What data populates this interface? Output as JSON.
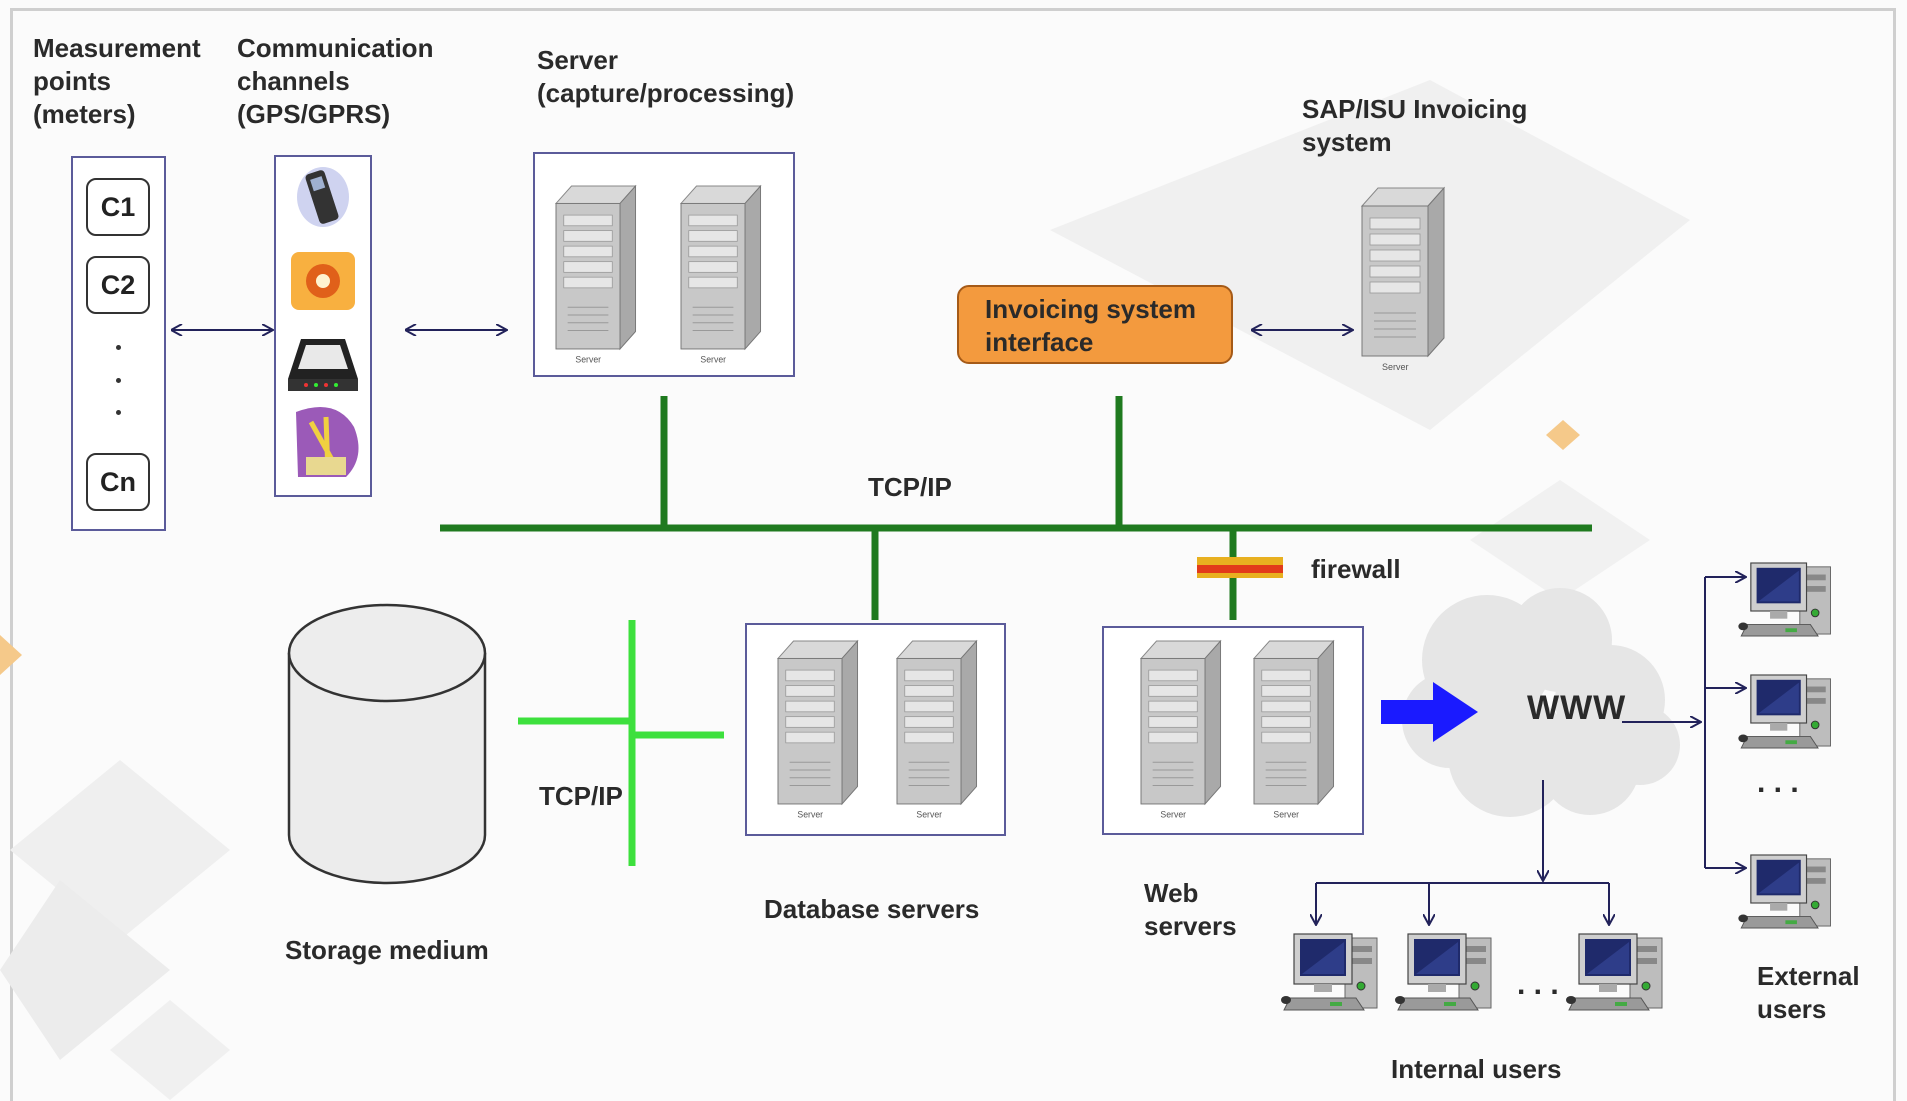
{
  "labels": {
    "measurement_points": "Measurement\npoints\n(meters)",
    "communication_channels": "Communication\nchannels\n(GPS/GPRS)",
    "server_capture": "Server\n(capture/processing)",
    "sap_isu": "SAP/ISU Invoicing\nsystem",
    "invoicing_interface": "Invoicing system\ninterface",
    "tcpip_bus": "TCP/IP",
    "firewall": "firewall",
    "tcpip_storage": "TCP/IP",
    "storage_medium": "Storage medium",
    "database_servers": "Database servers",
    "web_servers": "Web\nservers",
    "www": "WWW",
    "internal_users": "Internal users",
    "external_users": "External\nusers",
    "ellipsis_internal": ". . .",
    "ellipsis_external": ". . ."
  },
  "meters": [
    "C1",
    "C2",
    "Cn"
  ],
  "server_caption": "Server",
  "colors": {
    "bus": "#1f7a1f",
    "storage_link": "#3de03d",
    "interface_fill": "#f39a3e",
    "arrow_blue": "#1a1aff",
    "box_border": "#5b5b9a",
    "firewall": "#e8b020"
  }
}
